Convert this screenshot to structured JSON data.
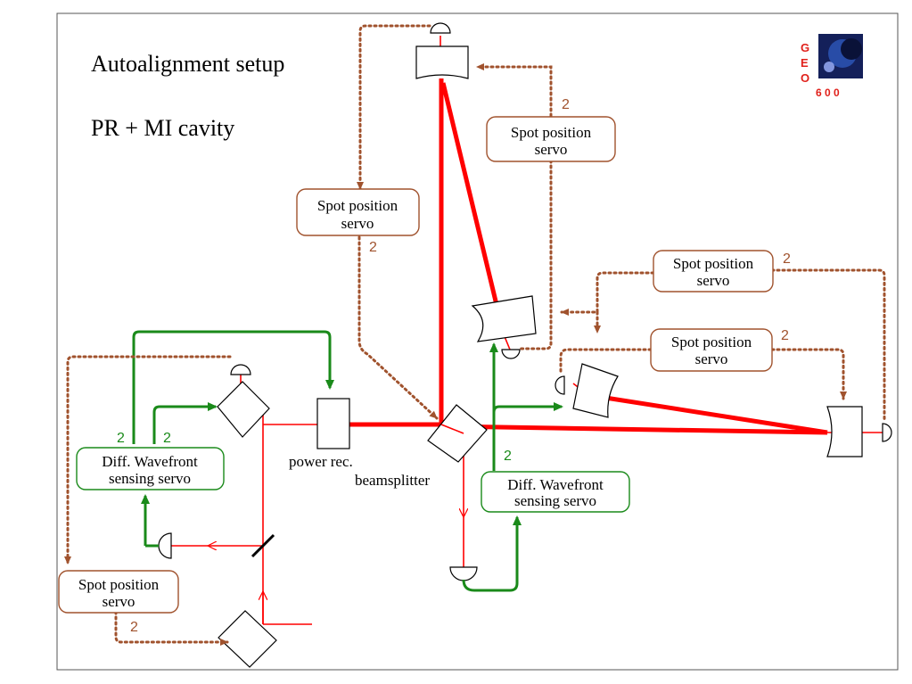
{
  "title": "Autoalignment setup",
  "subtitle": "PR + MI cavity",
  "logo": {
    "letters": [
      "G",
      "E",
      "O"
    ],
    "number": "6 0 0",
    "color": "#e0201a"
  },
  "boxes": {
    "spot_top_left": [
      "Spot position",
      "servo"
    ],
    "spot_top_right": [
      "Spot position",
      "servo"
    ],
    "spot_right_upper": [
      "Spot position",
      "servo"
    ],
    "spot_right_lower": [
      "Spot position",
      "servo"
    ],
    "spot_bottom_left": [
      "Spot position",
      "servo"
    ],
    "dws_left": [
      "Diff. Wavefront",
      "sensing servo"
    ],
    "dws_right": [
      "Diff. Wavefront",
      "sensing servo"
    ]
  },
  "labels": {
    "power_rec": "power rec.",
    "beamsplitter": "beamsplitter"
  },
  "counts": {
    "n1": "2",
    "n2": "2",
    "n3": "2",
    "n4": "2",
    "n5": "2",
    "g1": "2",
    "g2": "2",
    "g3": "2"
  },
  "colors": {
    "servo_link": "#a0522d",
    "dws_link": "#1a8a1a",
    "laser_beam": "#ff0000",
    "frame": "#555555"
  }
}
